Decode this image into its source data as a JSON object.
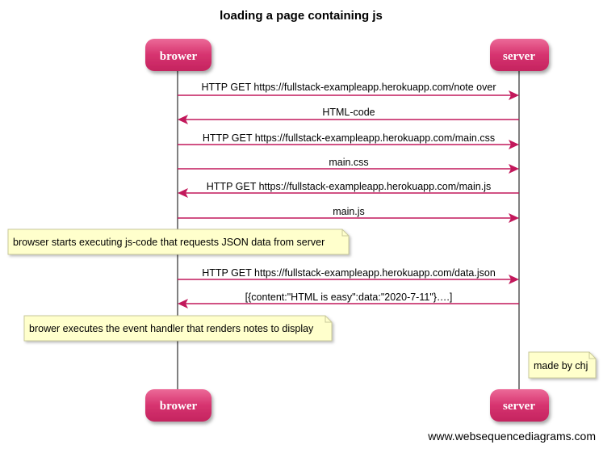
{
  "title": "loading a page containing js",
  "actors": [
    {
      "id": "brower",
      "label": "brower"
    },
    {
      "id": "server",
      "label": "server"
    }
  ],
  "messages": [
    {
      "from": "brower",
      "to": "server",
      "label": "HTTP GET https://fullstack-exampleapp.herokuapp.com/note over"
    },
    {
      "from": "server",
      "to": "brower",
      "label": "HTML-code"
    },
    {
      "from": "brower",
      "to": "server",
      "label": "HTTP GET https://fullstack-exampleapp.herokuapp.com/main.css"
    },
    {
      "from": "brower",
      "to": "server",
      "label": "main.css"
    },
    {
      "from": "server",
      "to": "brower",
      "label": "HTTP GET https://fullstack-exampleapp.herokuapp.com/main.js"
    },
    {
      "from": "brower",
      "to": "server",
      "label": "main.js"
    },
    {
      "from": "brower",
      "to": "server",
      "label": "HTTP GET https://fullstack-exampleapp.herokuapp.com/data.json"
    },
    {
      "from": "server",
      "to": "brower",
      "label": "[{content:\"HTML is easy\":data:\"2020-7-11\"}….]"
    }
  ],
  "notes": [
    {
      "text": "browser starts executing js-code that requests JSON data from server"
    },
    {
      "text": "brower executes the event handler that renders notes to display"
    },
    {
      "text": "made by chj"
    }
  ],
  "footer": "www.websequencediagrams.com",
  "colors": {
    "actor_fill": "#d6336f",
    "actor_fill_top": "#e8568a",
    "arrow": "#c2185b",
    "lifeline": "#000000",
    "note_fill": "#ffffcc",
    "note_border": "#c8c89a"
  }
}
